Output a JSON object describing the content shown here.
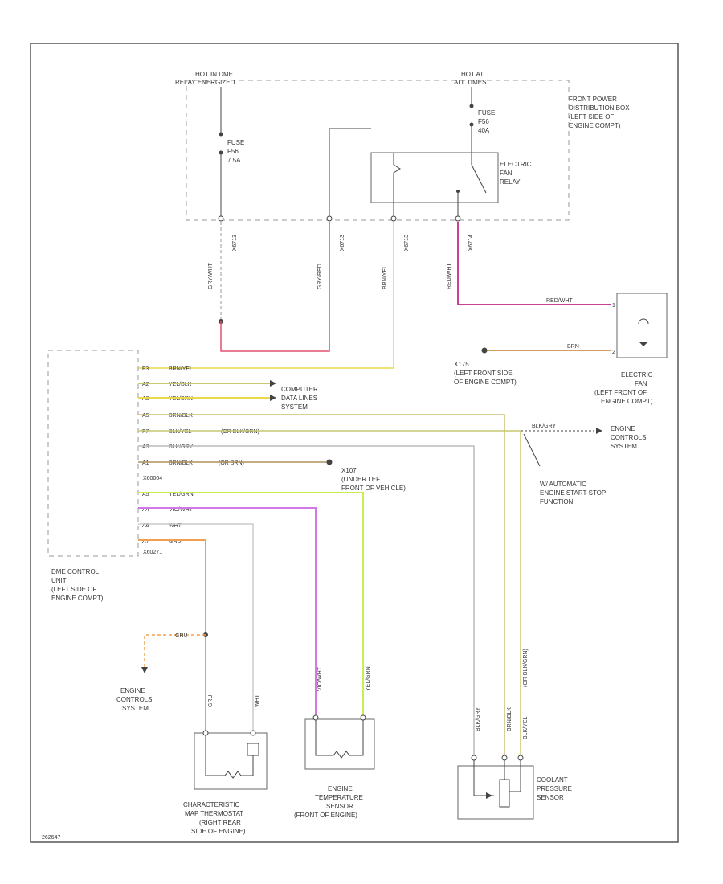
{
  "colors": {
    "frame": "#555555",
    "wire_red": "#e05070",
    "wire_yellow": "#e8d84a",
    "wire_brown_yellow": "#cdbd72",
    "wire_gray": "#bbbbbb",
    "wire_dark": "#444444",
    "wire_magenta": "#c8409a",
    "wire_lime": "#c8ee50",
    "wire_violet": "#d278e6",
    "wire_orange": "#f0a050",
    "wire_olive": "#c8c870",
    "wire_tan": "#d8c070"
  },
  "power": {
    "hot_left_l1": "HOT IN DME",
    "hot_left_l2": "RELAY ENERGIZED",
    "hot_right_l1": "HOT AT",
    "hot_right_l2": "ALL TIMES",
    "fuse_left": [
      "FUSE",
      "F56",
      "7.5A"
    ],
    "fuse_right": [
      "FUSE",
      "F56",
      "40A"
    ],
    "relay_label": [
      "ELECTRIC",
      "FAN",
      "RELAY"
    ],
    "pdb_label": [
      "FRONT POWER",
      "DISTRIBUTION BOX",
      "(LEFT SIDE OF",
      "ENGINE COMPT)"
    ],
    "connector_pins": [
      "X6713",
      "X6713",
      "X6713",
      "X6714"
    ]
  },
  "fan": {
    "label": [
      "ELECTRIC",
      "FAN",
      "(LEFT FRONT OF",
      "ENGINE COMPT)"
    ],
    "wire_top": "RED/WHT",
    "wire_bottom": "BRN",
    "ground_label": [
      "X175",
      "(LEFT FRONT SIDE",
      "OF ENGINE COMPT)"
    ]
  },
  "ecu": {
    "label": [
      "DME CONTROL",
      "UNIT",
      "(LEFT SIDE OF",
      "ENGINE COMPT)"
    ],
    "connector_top": "X60004",
    "connector_bottom": "X60271",
    "pins": [
      {
        "pin": "F3",
        "wire": "BRN/YEL",
        "extra": ""
      },
      {
        "pin": "A2",
        "wire": "YEL/BLK",
        "extra": ""
      },
      {
        "pin": "A3",
        "wire": "YEL/BRN",
        "extra": ""
      },
      {
        "pin": "A5",
        "wire": "BRN/BLK",
        "extra": ""
      },
      {
        "pin": "F7",
        "wire": "BLK/YEL",
        "extra": "(OR BLK/GRN)"
      },
      {
        "pin": "A3",
        "wire": "BLK/GRY",
        "extra": ""
      },
      {
        "pin": "A1",
        "wire": "BRN/BLK",
        "extra": "(OR BRN)"
      },
      {
        "pin": "A5",
        "wire": "YEL/GRN",
        "extra": ""
      },
      {
        "pin": "A4",
        "wire": "VIO/WHT",
        "extra": ""
      },
      {
        "pin": "A6",
        "wire": "WHT",
        "extra": ""
      },
      {
        "pin": "A7",
        "wire": "GRU",
        "extra": ""
      }
    ]
  },
  "computer_data_lines": [
    "COMPUTER",
    "DATA LINES",
    "SYSTEM"
  ],
  "ground_x107": [
    "X107",
    "(UNDER LEFT",
    "FRONT OF VEHICLE)"
  ],
  "engine_controls_right": [
    "ENGINE",
    "CONTROLS",
    "SYSTEM"
  ],
  "branch_wire": "BLK/GRY",
  "auto_start_stop": [
    "W/ AUTOMATIC",
    "ENGINE START-STOP",
    "FUNCTION"
  ],
  "engine_controls_left": [
    "ENGINE",
    "CONTROLS",
    "SYSTEM"
  ],
  "gru_wire": "GRU",
  "thermostat": {
    "label": [
      "CHARACTERISTIC",
      "MAP THERMOSTAT",
      "(RIGHT REAR",
      "SIDE OF ENGINE)"
    ],
    "wire_left": "GRU",
    "wire_right": "WHT"
  },
  "temp_sensor": {
    "label": [
      "ENGINE",
      "TEMPERATURE",
      "SENSOR",
      "(FRONT OF ENGINE)"
    ],
    "wire_left": "VIO/WHT",
    "wire_right": "YEL/GRN"
  },
  "pressure_sensor": {
    "label": [
      "COOLANT",
      "PRESSURE",
      "SENSOR"
    ],
    "wire_a": "BLK/GRY",
    "wire_b": "BRN/BLK",
    "wire_c": "BLK/YEL",
    "wire_d": "(OR BLK/GRN)"
  },
  "wires_pdb": [
    "GRY/WHT",
    "GRY/RED",
    "BRN/YEL",
    "RED/WHT"
  ],
  "figure_code": "262647"
}
